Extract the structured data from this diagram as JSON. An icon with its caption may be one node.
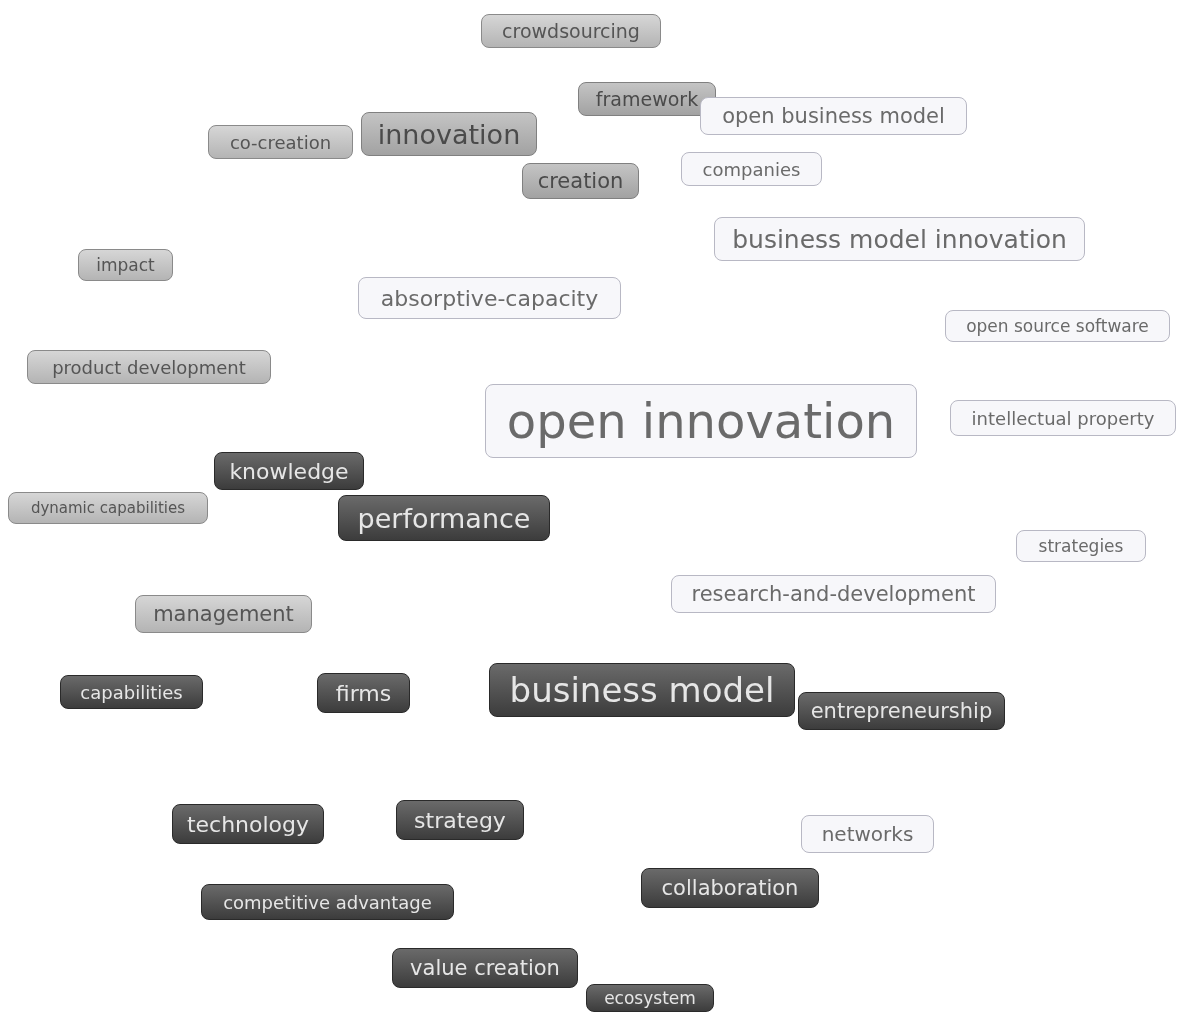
{
  "diagram": {
    "nodes": [
      {
        "text": [
          "crowdsourcing"
        ]
      },
      {
        "text": [
          "framework"
        ]
      },
      {
        "text": [
          "open business model"
        ]
      },
      {
        "text": [
          "co-creation"
        ]
      },
      {
        "text": [
          "innovation"
        ]
      },
      {
        "text": [
          "companies"
        ]
      },
      {
        "text": [
          "creation"
        ]
      },
      {
        "text": [
          "business model innovation"
        ]
      },
      {
        "text": [
          "impact"
        ]
      },
      {
        "text": [
          "absorptive-capacity"
        ]
      },
      {
        "text": [
          "open source software"
        ]
      },
      {
        "text": [
          "product development"
        ]
      },
      {
        "text": [
          "open innovation"
        ]
      },
      {
        "text": [
          "intellectual property"
        ]
      },
      {
        "text": [
          "dynamic capabilities"
        ]
      },
      {
        "text": [
          "knowledge"
        ]
      },
      {
        "text": [
          "performance"
        ]
      },
      {
        "text": [
          "strategies"
        ]
      },
      {
        "text": [
          "research-and-development"
        ]
      },
      {
        "text": [
          "management"
        ]
      },
      {
        "text": [
          "capabilities"
        ]
      },
      {
        "text": [
          "firms"
        ]
      },
      {
        "text": [
          "business model"
        ]
      },
      {
        "text": [
          "entrepreneurship"
        ]
      },
      {
        "text": [
          "technology"
        ]
      },
      {
        "text": [
          "strategy"
        ]
      },
      {
        "text": [
          "networks"
        ]
      },
      {
        "text": [
          "collaboration"
        ]
      },
      {
        "text": [
          "competitive advantage"
        ]
      },
      {
        "text": [
          "value creation"
        ]
      },
      {
        "text": [
          "ecosystem"
        ]
      }
    ]
  }
}
